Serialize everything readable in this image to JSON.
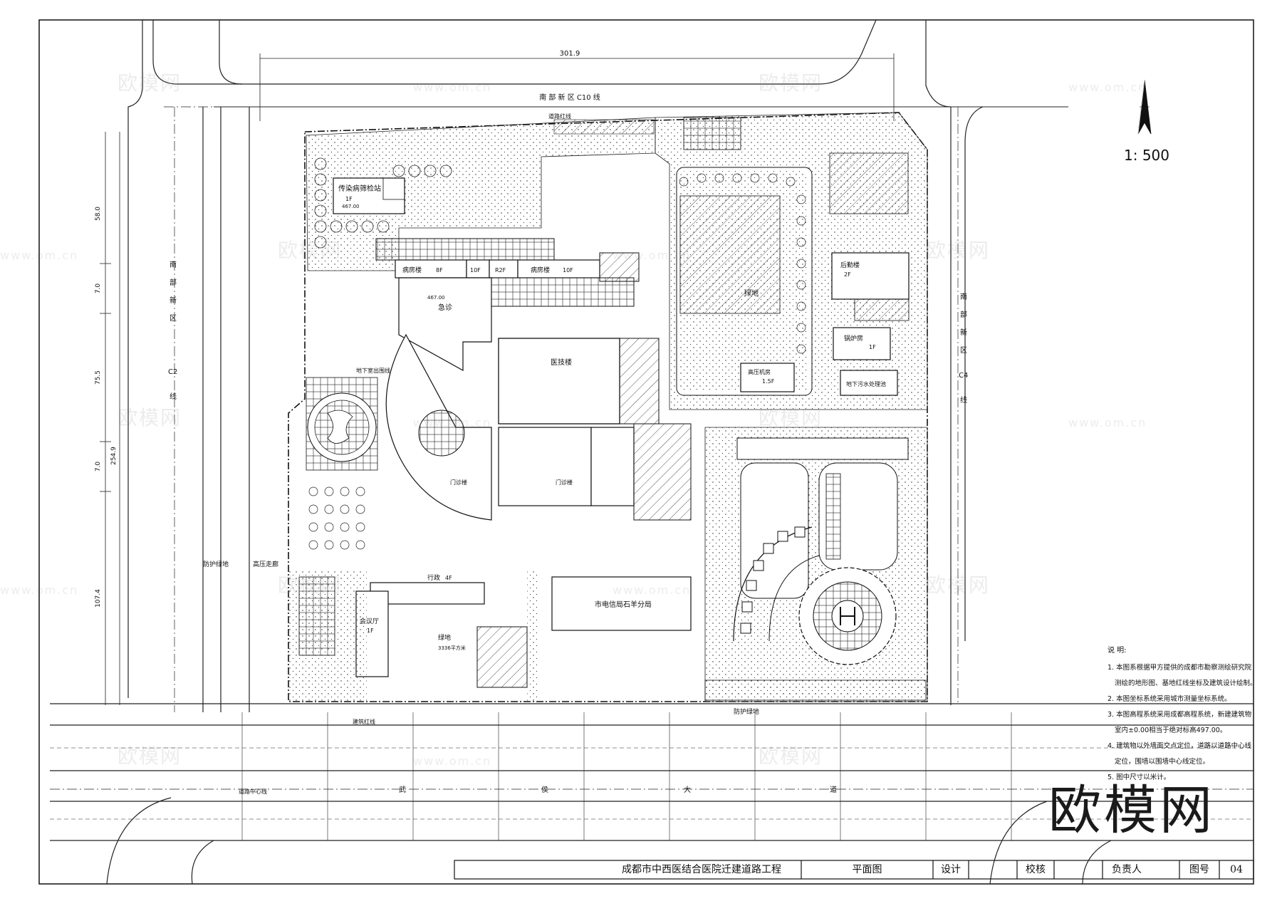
{
  "drawing": {
    "scale": "1: 500",
    "top_dimension": "301.9",
    "left_dimensions": [
      "58.0",
      "7.0",
      "75.5",
      "254.9",
      "7.0",
      "107.4"
    ]
  },
  "roads": {
    "north": "南 部 新 区 C10 线",
    "west": [
      "南",
      "部",
      "新",
      "区",
      "C2",
      "线"
    ],
    "east": [
      "南",
      "部",
      "新",
      "区",
      "C4",
      "线"
    ],
    "south": [
      "武",
      "侯",
      "大",
      "道"
    ],
    "red_line": "道路红线",
    "building_line": "建筑红线",
    "center_line": "道路中心线",
    "green_belt": "防护绿地",
    "hv_corridor": "高压走廊",
    "south_green": "防护绿地"
  },
  "buildings": {
    "infection": "传染病筛检站",
    "infection_floor": "1F",
    "ward_a": "病房楼",
    "ward_a_floor": "8F",
    "ward_b": "病房楼",
    "ward_b_floor": "10F",
    "ten_f": "10F",
    "r2f": "R2F",
    "emergency": "急诊",
    "medical_tech": "医技楼",
    "outpatient": "门诊楼",
    "outpatient2": "门诊楼",
    "admin": "行政",
    "admin_floor": "4F",
    "meeting": "会议厅",
    "meeting_floor": "1F",
    "greenland": "绿地",
    "greenland_area": "3336平方米",
    "telecom": "市电信局石羊分局",
    "logistics": "后勤楼",
    "logistics_floor": "2F",
    "boiler": "锅炉房",
    "boiler_floor": "1F",
    "hv_room": "高压机房",
    "hv_room_floor": "1.5F",
    "sewage": "地下污水处理池",
    "east_green": "绿地",
    "underground_entry": "地下室出围线",
    "elev_467": "467.00"
  },
  "notes": {
    "title": "说 明:",
    "items": [
      "1. 本图系根据甲方提供的成都市勘察测绘研究院",
      "测绘的地形图、基地红线坐标及建筑设计绘制。",
      "2. 本图坐标系统采用城市测量坐标系统。",
      "3. 本图高程系统采用成都高程系统，新建建筑物",
      "室内±0.00相当于绝对标高497.00。",
      "4. 建筑物以外墙面交点定位，道路以道路中心线",
      "定位，围墙以围墙中心线定位。",
      "5. 图中尺寸以米计。"
    ]
  },
  "title_block": {
    "project": "成都市中西医结合医院迁建道路工程",
    "drawing_name": "平面图",
    "design": "设计",
    "check": "校核",
    "responsible": "负责人",
    "drawing_no_label": "图号",
    "drawing_no": "04"
  },
  "brand": "欧模网",
  "watermark": "欧模网",
  "watermark_url": "www.om.cn"
}
